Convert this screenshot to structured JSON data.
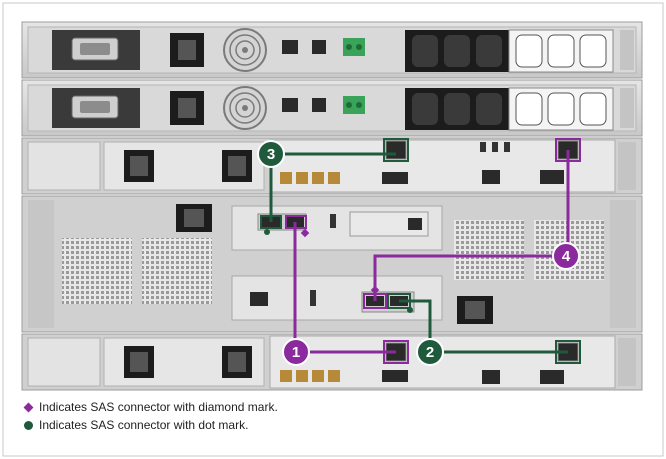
{
  "colors": {
    "purple": "#8a2a9c",
    "green": "#1f5a3c",
    "chassis": "#d6d6d6",
    "chassis_dark": "#bdbdbd",
    "socket_black": "#1c1c1c",
    "socket_white": "#f4f4f4",
    "panel_dark": "#2b2b2b",
    "terminal_green": "#3aa35a",
    "background": "#ffffff"
  },
  "diagram": {
    "numbers": [
      "1",
      "2",
      "3",
      "4"
    ],
    "legend": [
      {
        "marker": "diamond",
        "color_key": "purple",
        "text": "Indicates SAS connector with diamond mark."
      },
      {
        "marker": "dot",
        "color_key": "green",
        "text": "Indicates SAS connector with dot mark."
      }
    ]
  }
}
